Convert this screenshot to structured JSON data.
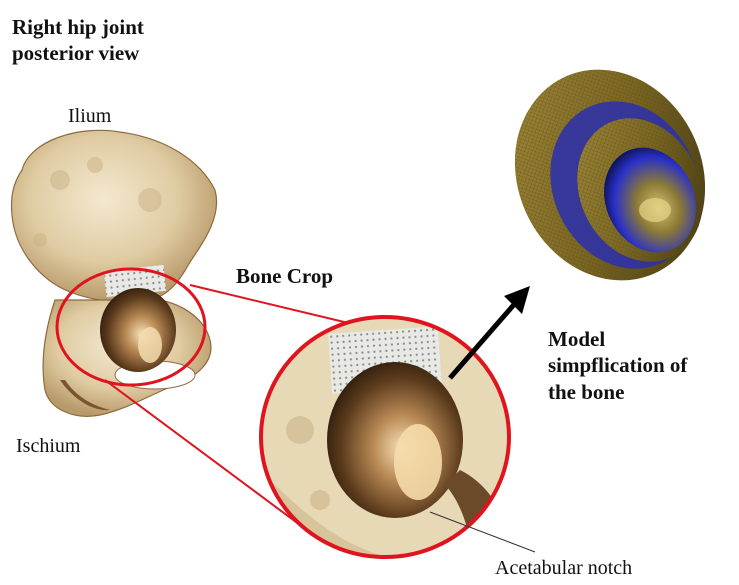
{
  "labels": {
    "title": "Right hip joint\nposterior view",
    "ilium": "Ilium",
    "ischium": "Ischium",
    "bone_crop": "Bone Crop",
    "model": "Model\nsimpflication of\nthe bone",
    "notch": "Acetabular notch"
  },
  "colors": {
    "bone": "#e3d2ad",
    "bone_dark": "#6b4a2a",
    "circle": "#e0141e",
    "model_gold": "#8f7a2e",
    "model_blue": "#1e2ccc",
    "arrow": "#000000"
  }
}
